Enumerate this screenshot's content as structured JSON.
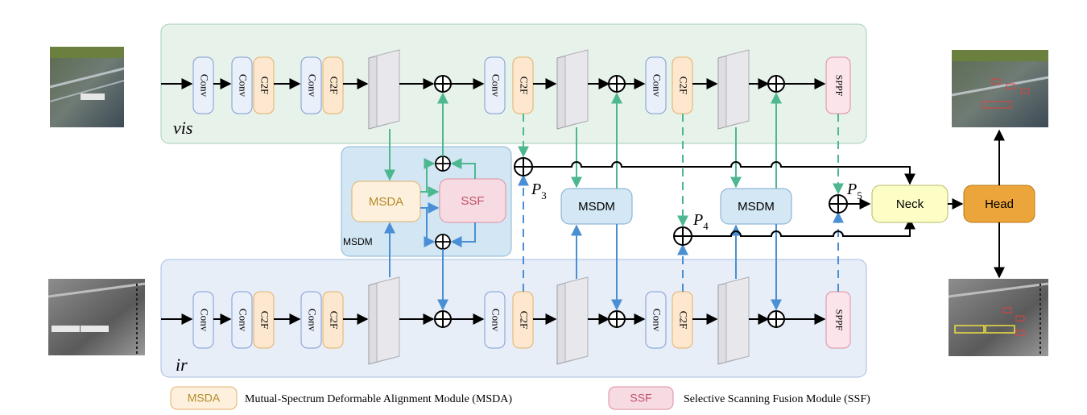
{
  "streams": {
    "vis": {
      "label": "vis"
    },
    "ir": {
      "label": "ir"
    }
  },
  "blocks": {
    "conv": "Conv",
    "c2f": "C2F",
    "sppf": "SPPF",
    "msdm": "MSDM",
    "msda": "MSDA",
    "ssf": "SSF",
    "neck": "Neck",
    "head": "Head"
  },
  "msdm_detail": {
    "label": "MSDM"
  },
  "pyramid": {
    "p3": "P",
    "p3_sub": "3",
    "p4": "P",
    "p4_sub": "4",
    "p5": "P",
    "p5_sub": "5"
  },
  "legend": {
    "msda_tag": "MSDA",
    "msda_text": "Mutual-Spectrum Deformable Alignment Module (MSDA)",
    "ssf_tag": "SSF",
    "ssf_text": "Selective Scanning Fusion Module (SSF)"
  },
  "colors": {
    "vis_panel": "#e6f2ea",
    "ir_panel": "#e7eef8",
    "msdm_panel": "#d2e6f3",
    "conv": "#eaf0fa",
    "c2f": "#fde8cf",
    "sppf": "#fbe4ea",
    "ssf": "#f7dbe2",
    "msda": "#fdf0dc",
    "msdm_box": "#d3e7f4",
    "neck": "#fdfdc6",
    "head": "#eca53a",
    "green_arrow": "#4db890",
    "blue_arrow": "#4a8fd4"
  }
}
